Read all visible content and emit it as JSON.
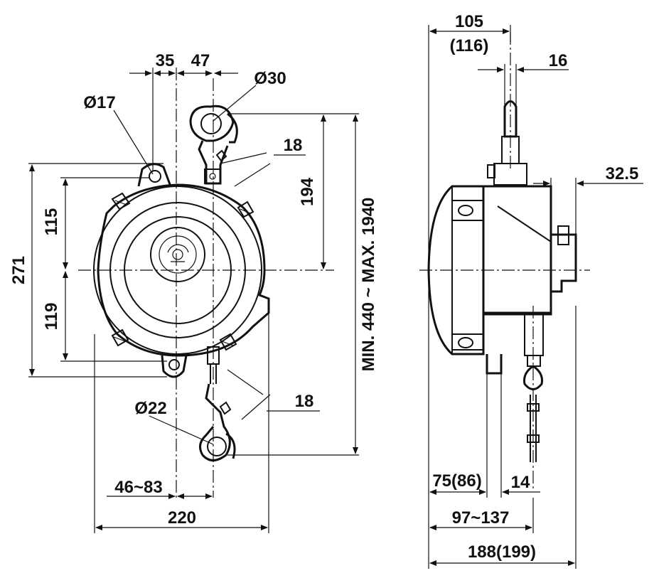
{
  "dimensions": {
    "top_105": "105",
    "top_116": "(116)",
    "d16": "16",
    "d32_5": "32.5",
    "d35": "35",
    "d47": "47",
    "phi30": "Ø30",
    "phi17": "Ø17",
    "d18_top": "18",
    "d194": "194",
    "d115": "115",
    "d271": "271",
    "d119": "119",
    "stroke_range": "MIN. 440 ~ MAX. 1940",
    "phi22": "Ø22",
    "d18_bottom": "18",
    "d46_83": "46~83",
    "d220": "220",
    "d75_86": "75(86)",
    "d14": "14",
    "d97_137": "97~137",
    "d188_199": "188(199)"
  }
}
